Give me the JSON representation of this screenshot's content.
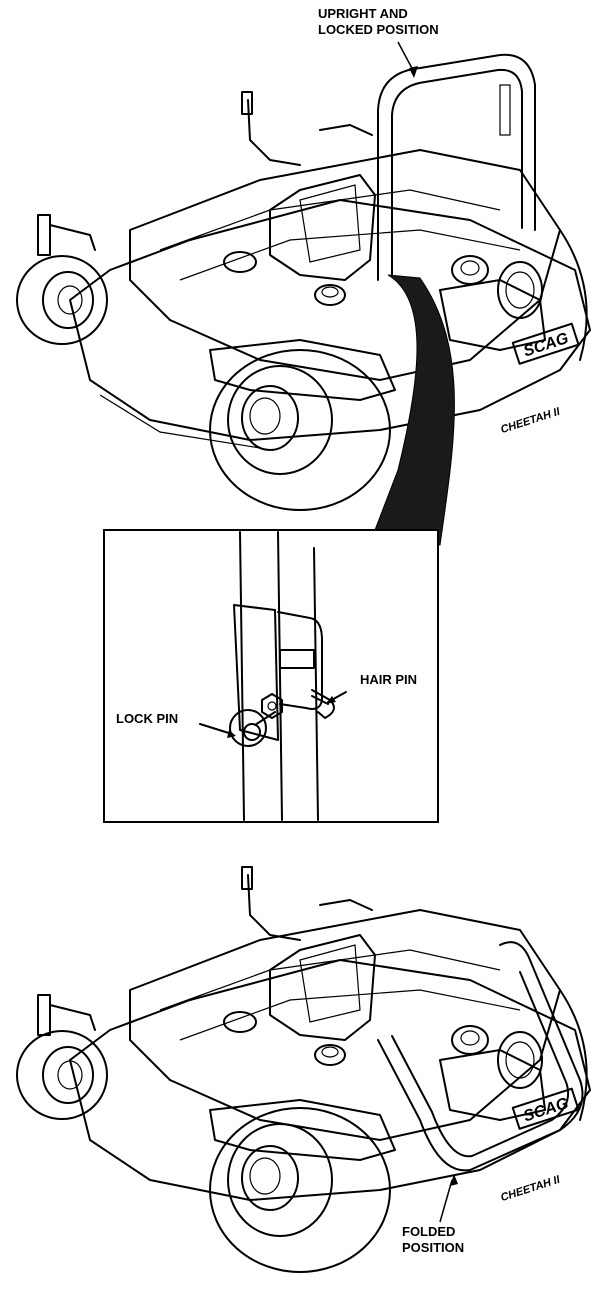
{
  "labels": {
    "upright": "UPRIGHT AND\nLOCKED POSITION",
    "hair_pin": "HAIR PIN",
    "lock_pin": "LOCK PIN",
    "folded": "FOLDED\nPOSITION"
  },
  "branding": {
    "brand": "SCAG",
    "model": "CHEETAH II"
  },
  "colors": {
    "line": "#000000",
    "fill_dark": "#1a1a1a",
    "background": "#ffffff"
  }
}
